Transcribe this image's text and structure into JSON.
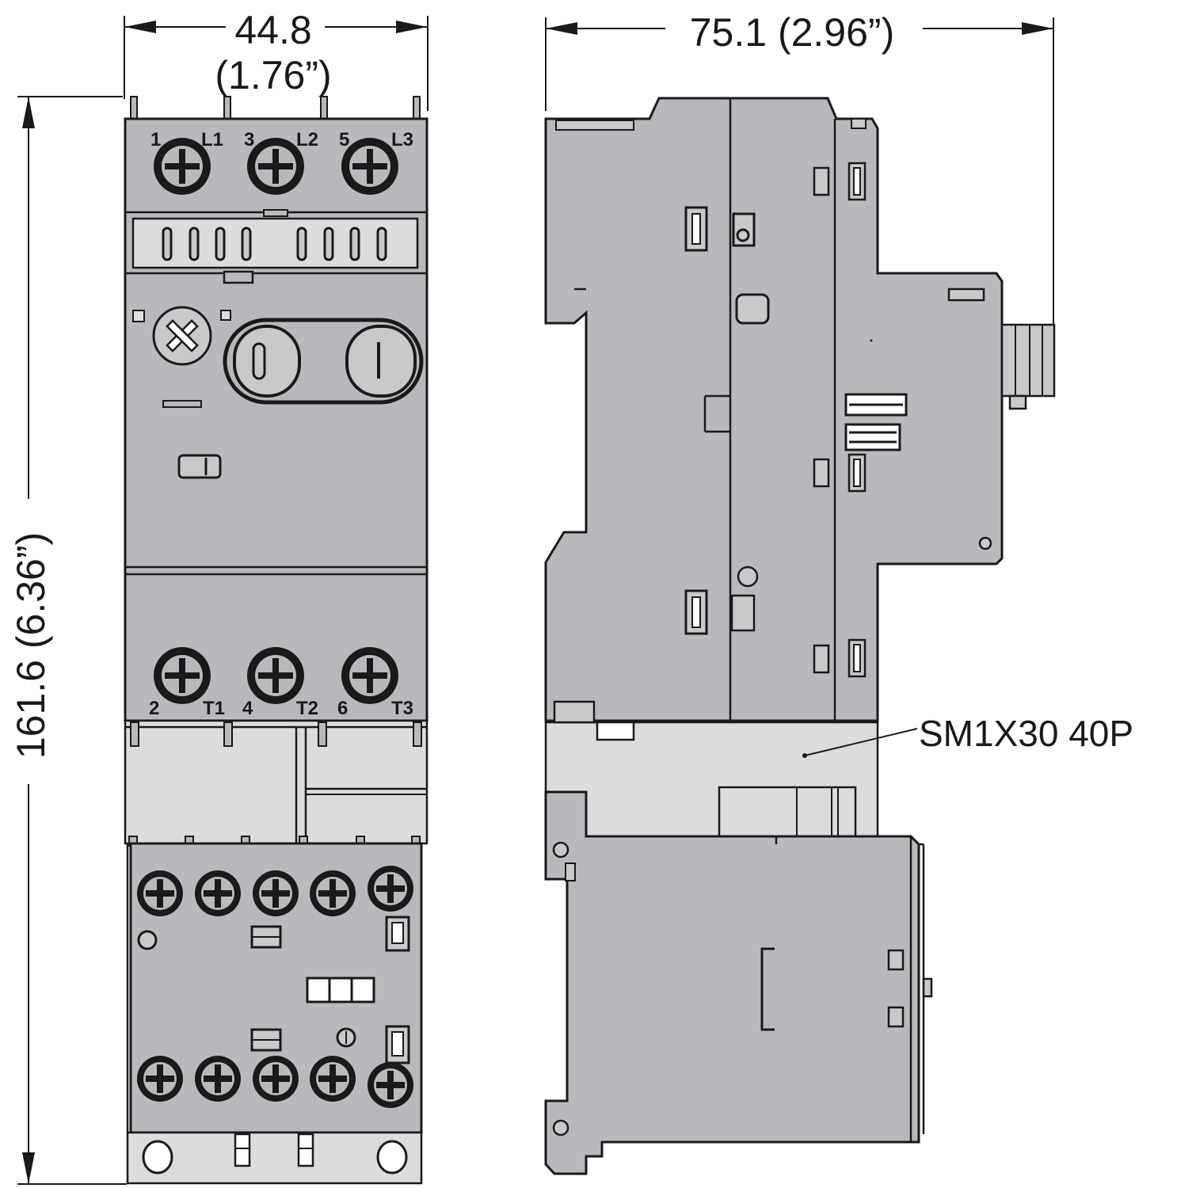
{
  "dimensions": {
    "width_mm": "44.8",
    "width_in": "(1.76”)",
    "depth": "75.1 (2.96”)",
    "height": "161.6 (6.36”)"
  },
  "terminals": {
    "top": [
      {
        "num": "1",
        "phase": "L1"
      },
      {
        "num": "3",
        "phase": "L2"
      },
      {
        "num": "5",
        "phase": "L3"
      }
    ],
    "bottom": [
      {
        "num": "2",
        "phase": "T1"
      },
      {
        "num": "4",
        "phase": "T2"
      },
      {
        "num": "6",
        "phase": "T3"
      }
    ]
  },
  "callout": {
    "label": "SM1X30 40P"
  },
  "colors": {
    "device_body": "#b9b9bd",
    "adapter": "#dcdcde",
    "outline": "#1a1a1a"
  },
  "icons": [
    "arrow-head-icon",
    "screw-terminal-icon",
    "start-button-icon",
    "stop-button-icon",
    "adjust-dial-icon"
  ]
}
